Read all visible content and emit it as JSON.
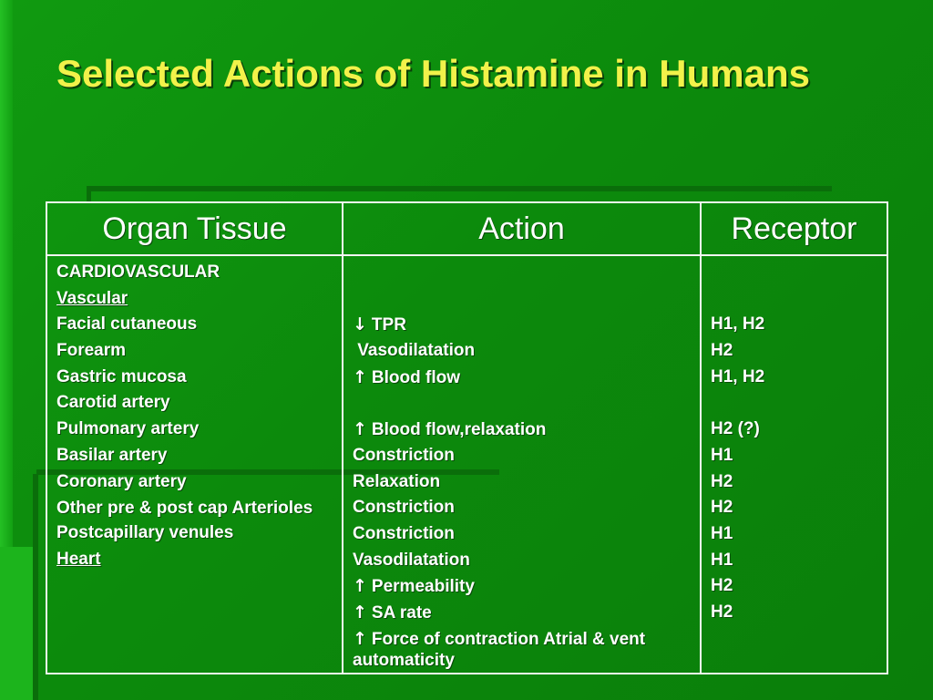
{
  "slide": {
    "title": "Selected Actions of Histamine in Humans"
  },
  "table": {
    "headers": [
      "Organ Tissue",
      "Action",
      "Receptor"
    ],
    "organ": [
      "CARDIOVASCULAR",
      "Vascular",
      "Facial cutaneous",
      "Forearm",
      "Gastric mucosa",
      "Carotid artery",
      "Pulmonary artery",
      "Basilar artery",
      "Coronary artery",
      "Other pre & post cap Arterioles",
      "Postcapillary venules",
      "Heart"
    ],
    "action": [
      "",
      "",
      "TPR",
      "Vasodilatation",
      "Blood flow",
      "",
      "Blood flow,relaxation",
      "Constriction",
      "Relaxation",
      "Constriction",
      "Constriction",
      "Vasodilatation",
      "Permeability",
      "SA rate",
      "Force of contraction Atrial & vent automaticity"
    ],
    "receptor": [
      "",
      "",
      "H1, H2",
      "H2",
      "H1, H2",
      "",
      "H2 (?)",
      "H1",
      "H2",
      "H2",
      "H1",
      "H1",
      "H2",
      "H2"
    ]
  },
  "colors": {
    "background": "#0c8a0c",
    "title": "#f2f24a",
    "text": "#ffffff",
    "border": "#f5f5f5"
  }
}
